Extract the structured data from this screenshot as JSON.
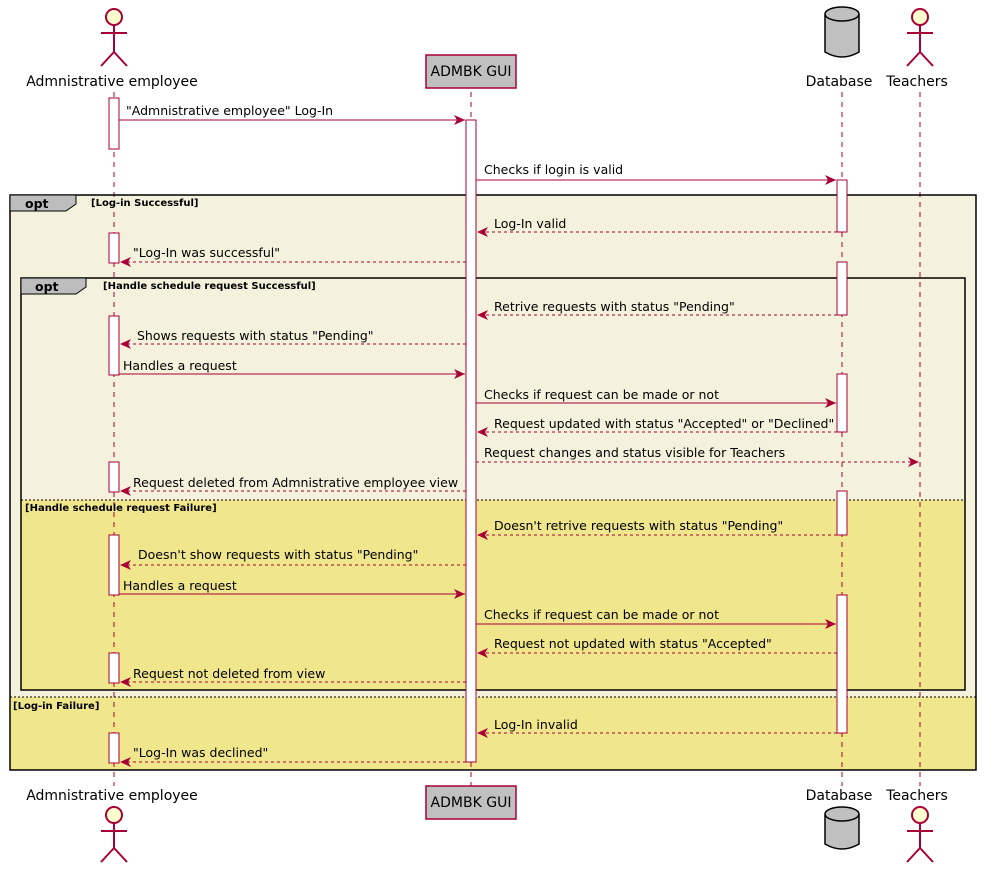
{
  "participants": [
    {
      "id": "admin",
      "name": "Admnistrative employee",
      "kind": "actor"
    },
    {
      "id": "gui",
      "name": "ADMBK GUI",
      "kind": "participant"
    },
    {
      "id": "db",
      "name": "Database",
      "kind": "database"
    },
    {
      "id": "teachers",
      "name": "Teachers",
      "kind": "actor"
    }
  ],
  "fragments": [
    {
      "keyword": "opt",
      "guard": "[Log-in Successful]",
      "else_guard": "[Log-in Failure]"
    },
    {
      "keyword": "opt",
      "guard": "[Handle schedule request Successful]",
      "else_guard": "[Handle schedule request Failure]"
    }
  ],
  "messages": [
    {
      "from": "admin",
      "to": "gui",
      "label": "\"Admnistrative employee\" Log-In",
      "style": "solid"
    },
    {
      "from": "gui",
      "to": "db",
      "label": "Checks if login is valid",
      "style": "solid"
    },
    {
      "from": "db",
      "to": "gui",
      "label": "Log-In valid",
      "style": "dashed"
    },
    {
      "from": "gui",
      "to": "admin",
      "label": "\"Log-In was successful\"",
      "style": "dashed"
    },
    {
      "from": "db",
      "to": "gui",
      "label": "Retrive requests with status \"Pending\"",
      "style": "dashed"
    },
    {
      "from": "gui",
      "to": "admin",
      "label": "Shows requests with status \"Pending\"",
      "style": "dashed"
    },
    {
      "from": "admin",
      "to": "gui",
      "label": "Handles a request",
      "style": "solid"
    },
    {
      "from": "gui",
      "to": "db",
      "label": "Checks if request can be made or not",
      "style": "solid"
    },
    {
      "from": "db",
      "to": "gui",
      "label": "Request updated with status \"Accepted\" or \"Declined\"",
      "style": "dashed"
    },
    {
      "from": "gui",
      "to": "teachers",
      "label": "Request changes and status visible for Teachers",
      "style": "dashed"
    },
    {
      "from": "gui",
      "to": "admin",
      "label": "Request deleted from Admnistrative employee view",
      "style": "dashed"
    },
    {
      "from": "db",
      "to": "gui",
      "label": "Doesn't retrive requests with status \"Pending\"",
      "style": "dashed"
    },
    {
      "from": "gui",
      "to": "admin",
      "label": "Doesn't show requests with status \"Pending\"",
      "style": "dashed"
    },
    {
      "from": "admin",
      "to": "gui",
      "label": "Handles a request",
      "style": "solid"
    },
    {
      "from": "gui",
      "to": "db",
      "label": "Checks if request can be made or not",
      "style": "solid"
    },
    {
      "from": "db",
      "to": "gui",
      "label": "Request not updated with status \"Accepted\"",
      "style": "dashed"
    },
    {
      "from": "gui",
      "to": "admin",
      "label": "Request not deleted from view",
      "style": "dashed"
    },
    {
      "from": "db",
      "to": "gui",
      "label": "Log-In invalid",
      "style": "dashed"
    },
    {
      "from": "gui",
      "to": "admin",
      "label": "\"Log-In was declined\"",
      "style": "dashed"
    }
  ],
  "colors": {
    "arrow": "#A80036",
    "participant_fill": "#C0C0C0",
    "actor_fill": "#FEFECE",
    "outer_fragment_fill": "#F4F2DC",
    "else_fragment_fill": "#F0E68C",
    "frame_label_fill": "#BDBDBD"
  }
}
